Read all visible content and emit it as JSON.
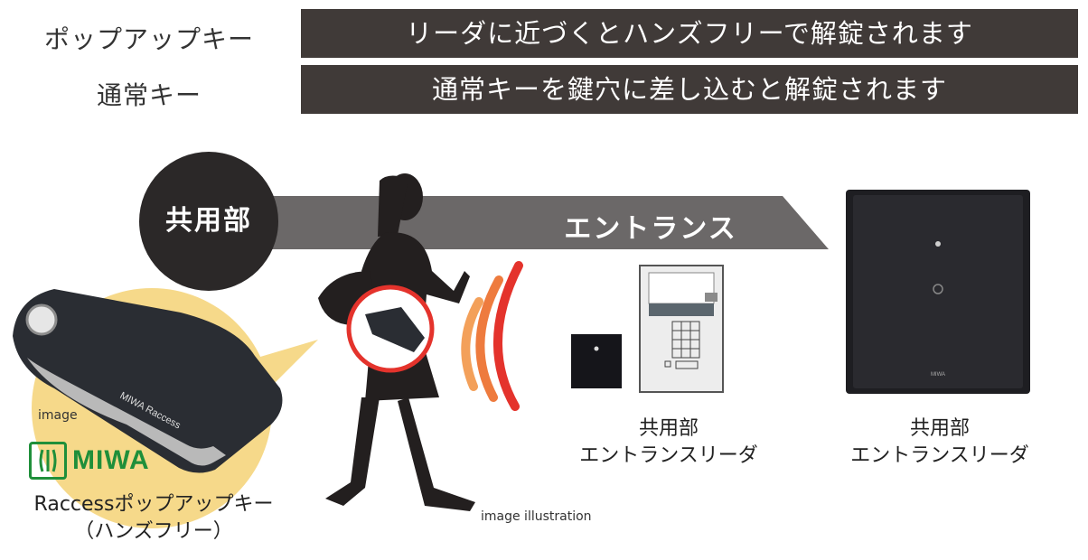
{
  "rows": [
    {
      "label": "ポップアップキー",
      "description": "リーダに近づくとハンズフリーで解錠されます"
    },
    {
      "label": "通常キー",
      "description": "通常キーを鍵穴に差し込むと解錠されます"
    }
  ],
  "section": {
    "area_label": "共用部",
    "banner_label": "エントランス"
  },
  "key": {
    "image_note": "image",
    "brand": "MIWA",
    "engraving": "MIWA Raccess",
    "name_line1": "Raccessポップアップキー",
    "name_line2": "（ハンズフリー）"
  },
  "figure": {
    "illustration_note": "image illustration"
  },
  "reader_small": {
    "caption_line1": "共用部",
    "caption_line2": "エントランスリーダ"
  },
  "reader_large": {
    "caption_line1": "共用部",
    "caption_line2": "エントランスリーダ",
    "brand": "MIWA"
  },
  "colors": {
    "dark_bar": "#403a38",
    "banner_gray": "#6b6868",
    "key_bg": "#f6d98a",
    "signal_red": "#e4332c",
    "signal_orange": "#f3a05a",
    "brand_green": "#1f8f3a"
  }
}
